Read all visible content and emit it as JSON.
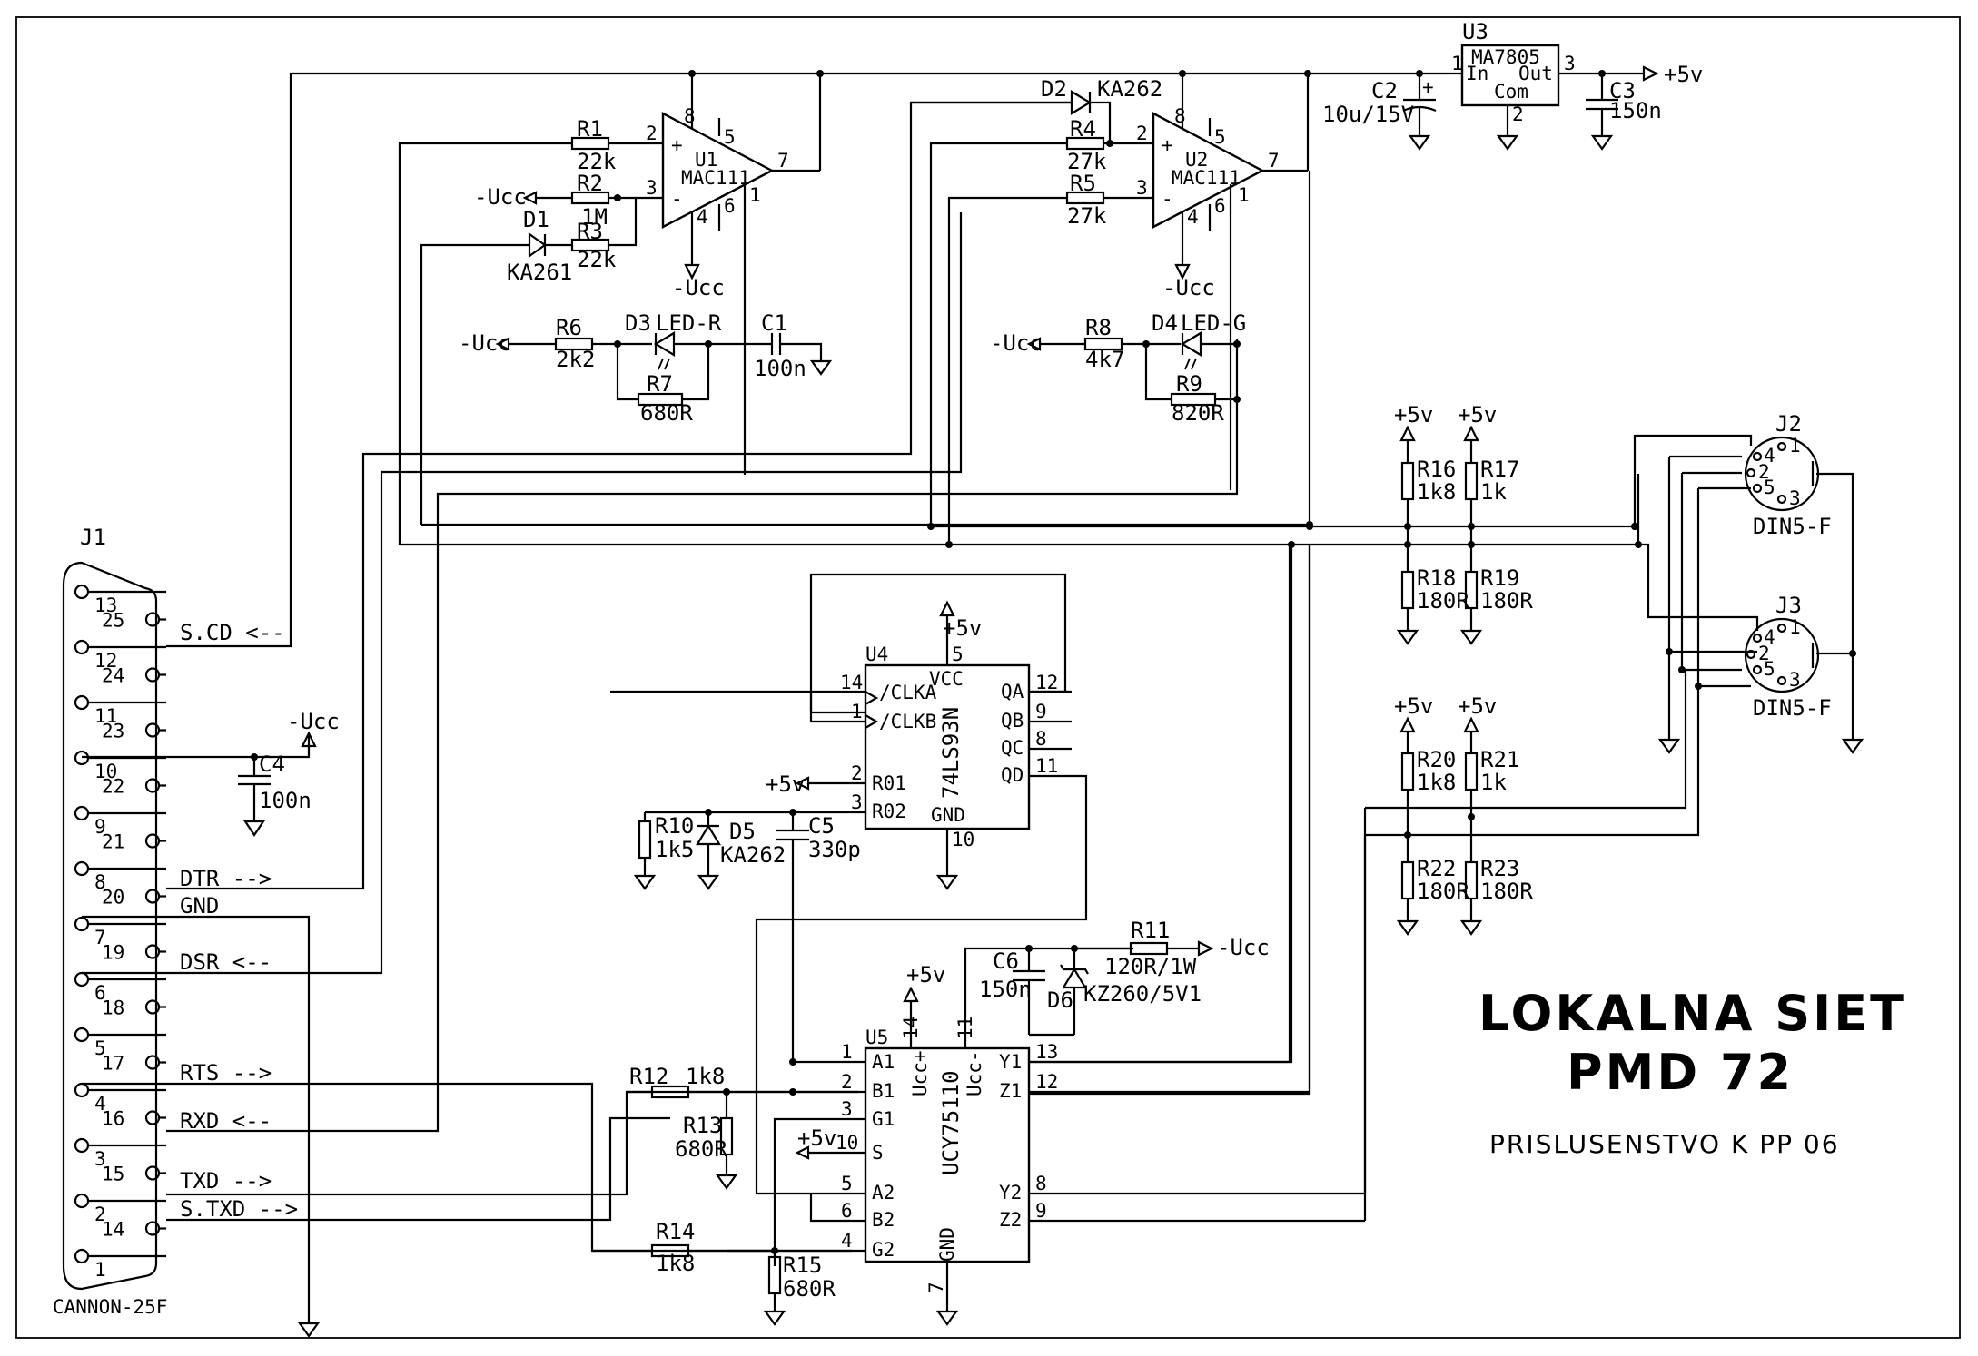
{
  "title": {
    "line1": "LOKALNA SIET",
    "line2": "PMD 72",
    "subtitle": "PRISLUSENSTVO K PP 06"
  },
  "components": {
    "U1": {
      "ref": "U1",
      "value": "MAC111",
      "pins": [
        "8",
        "5",
        "2",
        "3",
        "4",
        "6",
        "7",
        "1"
      ]
    },
    "U2": {
      "ref": "U2",
      "value": "MAC111",
      "pins": [
        "8",
        "5",
        "2",
        "3",
        "4",
        "6",
        "7",
        "1"
      ]
    },
    "U3": {
      "ref": "U3",
      "value": "MA7805",
      "in": "In",
      "out": "Out",
      "com": "Com",
      "pins": [
        "1",
        "3",
        "2"
      ]
    },
    "U4": {
      "ref": "U4",
      "value": "74LS93N",
      "pins": {
        "clka": "/CLKA",
        "clkb": "/CLKB",
        "r01": "R01",
        "r02": "R02",
        "vcc": "VCC",
        "gnd": "GND",
        "qa": "QA",
        "qb": "QB",
        "qc": "QC",
        "qd": "QD",
        "n14": "14",
        "n1": "1",
        "n2": "2",
        "n3": "3",
        "n5": "5",
        "n10": "10",
        "n12": "12",
        "n9": "9",
        "n8": "8",
        "n11": "11"
      }
    },
    "U5": {
      "ref": "U5",
      "value": "UCY75110",
      "pins": {
        "a1": "A1",
        "b1": "B1",
        "g1": "G1",
        "s": "S",
        "a2": "A2",
        "b2": "B2",
        "g2": "G2",
        "y1": "Y1",
        "z1": "Z1",
        "y2": "Y2",
        "z2": "Z2",
        "ucp": "Ucc+",
        "ucm": "Ucc-",
        "gnd": "GND",
        "n1": "1",
        "n2": "2",
        "n3": "3",
        "n10": "10",
        "n5": "5",
        "n6": "6",
        "n4": "4",
        "n13": "13",
        "n12": "12",
        "n8": "8",
        "n9": "9",
        "n14": "14",
        "n11": "11",
        "n7": "7"
      }
    },
    "R1": {
      "ref": "R1",
      "value": "22k"
    },
    "R2": {
      "ref": "R2",
      "value": "1M"
    },
    "R3": {
      "ref": "R3",
      "value": "22k"
    },
    "R4": {
      "ref": "R4",
      "value": "27k"
    },
    "R5": {
      "ref": "R5",
      "value": "27k"
    },
    "R6": {
      "ref": "R6",
      "value": "2k2"
    },
    "R7": {
      "ref": "R7",
      "value": "680R"
    },
    "R8": {
      "ref": "R8",
      "value": "4k7"
    },
    "R9": {
      "ref": "R9",
      "value": "820R"
    },
    "R10": {
      "ref": "R10",
      "value": "1k5"
    },
    "R11": {
      "ref": "R11",
      "value": "120R/1W"
    },
    "R12": {
      "ref": "R12",
      "value": "1k8"
    },
    "R13": {
      "ref": "R13",
      "value": "680R"
    },
    "R14": {
      "ref": "R14",
      "value": "1k8"
    },
    "R15": {
      "ref": "R15",
      "value": "680R"
    },
    "R16": {
      "ref": "R16",
      "value": "1k8"
    },
    "R17": {
      "ref": "R17",
      "value": "1k"
    },
    "R18": {
      "ref": "R18",
      "value": "180R"
    },
    "R19": {
      "ref": "R19",
      "value": "180R"
    },
    "R20": {
      "ref": "R20",
      "value": "1k8"
    },
    "R21": {
      "ref": "R21",
      "value": "1k"
    },
    "R22": {
      "ref": "R22",
      "value": "180R"
    },
    "R23": {
      "ref": "R23",
      "value": "180R"
    },
    "C1": {
      "ref": "C1",
      "value": "100n"
    },
    "C2": {
      "ref": "C2",
      "value": "10u/15V"
    },
    "C3": {
      "ref": "C3",
      "value": "150n"
    },
    "C4": {
      "ref": "C4",
      "value": "100n"
    },
    "C5": {
      "ref": "C5",
      "value": "330p"
    },
    "C6": {
      "ref": "C6",
      "value": "150n"
    },
    "D1": {
      "ref": "D1",
      "value": "KA261"
    },
    "D2": {
      "ref": "D2",
      "value": "KA262"
    },
    "D3": {
      "ref": "D3",
      "value": "LED-R"
    },
    "D4": {
      "ref": "D4",
      "value": "LED-G"
    },
    "D5": {
      "ref": "D5",
      "value": "KA262"
    },
    "D6": {
      "ref": "D6",
      "value": "KZ260/5V1"
    },
    "J1": {
      "ref": "J1",
      "value": "CANNON-25F"
    },
    "J2": {
      "ref": "J2",
      "value": "DIN5-F"
    },
    "J3": {
      "ref": "J3",
      "value": "DIN5-F"
    }
  },
  "nets": {
    "vcc": "+5v",
    "vee": "-Ucc"
  },
  "din_pins": [
    "1",
    "4",
    "2",
    "5",
    "3"
  ],
  "j1_pins": [
    "13",
    "25",
    "12",
    "24",
    "11",
    "23",
    "10",
    "22",
    "9",
    "21",
    "8",
    "20",
    "7",
    "19",
    "6",
    "18",
    "5",
    "17",
    "4",
    "16",
    "3",
    "15",
    "2",
    "14",
    "1"
  ],
  "signals": {
    "scd": "S.CD <--",
    "dtr": "DTR -->",
    "gnd": "GND",
    "dsr": "DSR <--",
    "rts": "RTS -->",
    "rxd": "RXD <--",
    "txd": "TXD -->",
    "stxd": "S.TXD -->"
  },
  "pin_labels": {
    "plus": "+",
    "minus": "-"
  }
}
